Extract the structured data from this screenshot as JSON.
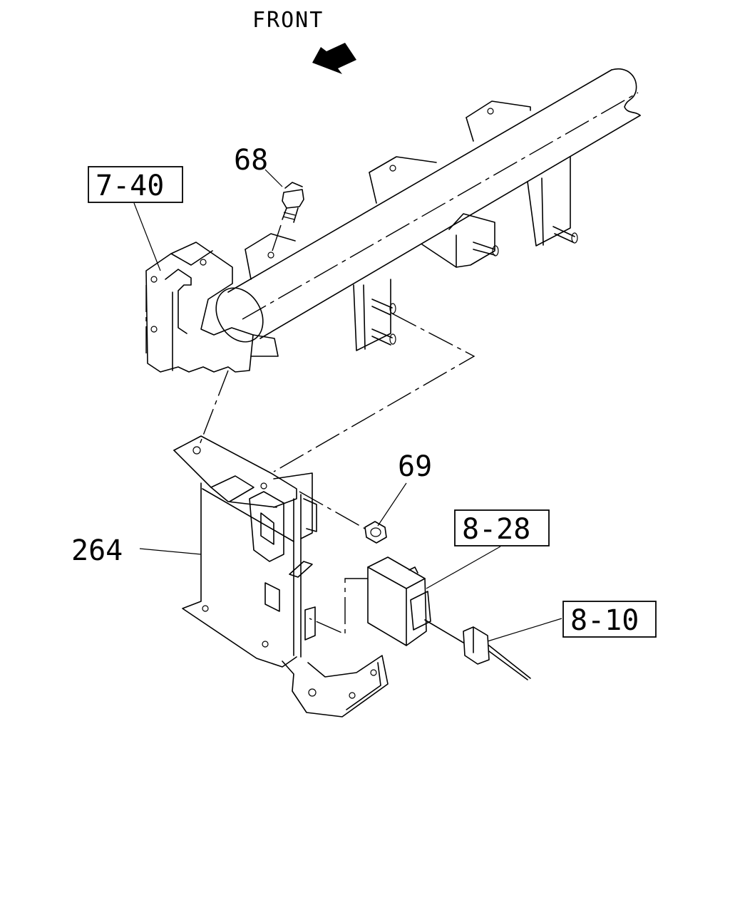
{
  "orientation": {
    "label": "FRONT",
    "arrow_icon": "front-arrow-icon"
  },
  "callouts": {
    "ref_7_40": "7-40",
    "ref_8_28": "8-28",
    "ref_8_10": "8-10",
    "part_68": "68",
    "part_69": "69",
    "part_264": "264"
  }
}
